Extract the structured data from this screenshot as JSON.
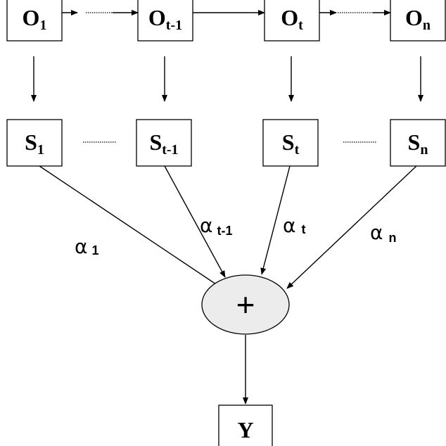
{
  "nodes": {
    "o1": {
      "base": "O",
      "sub": "1"
    },
    "ot1": {
      "base": "O",
      "sub": "t-1"
    },
    "ot": {
      "base": "O",
      "sub": "t"
    },
    "on": {
      "base": "O",
      "sub": "n"
    },
    "s1": {
      "base": "S",
      "sub": "1"
    },
    "st1": {
      "base": "S",
      "sub": "t-1"
    },
    "st": {
      "base": "S",
      "sub": "t"
    },
    "sn": {
      "base": "S",
      "sub": "n"
    },
    "sum": {
      "symbol": "+"
    },
    "y": {
      "label": "Y"
    }
  },
  "weights": {
    "a1": {
      "greek": "α",
      "sub": "1"
    },
    "at1": {
      "greek": "α",
      "sub": "t-1"
    },
    "at": {
      "greek": "α",
      "sub": "t"
    },
    "an": {
      "greek": "α",
      "sub": "n"
    }
  }
}
